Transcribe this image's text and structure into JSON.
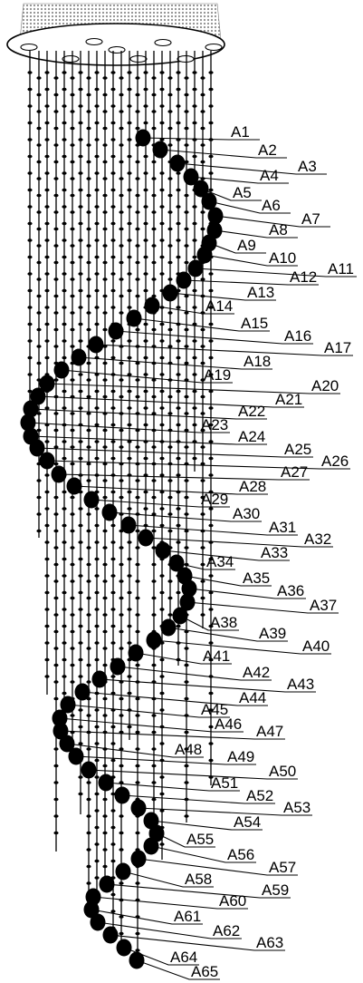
{
  "drawing": {
    "colors": {
      "line": "#000000",
      "crystal": "#000000",
      "canopy_fill": "#ffffff",
      "mesh": "#9a9a9a",
      "background": "#ffffff"
    },
    "labels": [
      "A1",
      "A2",
      "A3",
      "A4",
      "A5",
      "A6",
      "A7",
      "A8",
      "A9",
      "A10",
      "A11",
      "A12",
      "A13",
      "A14",
      "A15",
      "A16",
      "A17",
      "A18",
      "A19",
      "A20",
      "A21",
      "A22",
      "A23",
      "A24",
      "A25",
      "A26",
      "A27",
      "A28",
      "A29",
      "A30",
      "A31",
      "A32",
      "A33",
      "A34",
      "A35",
      "A36",
      "A37",
      "A38",
      "A39",
      "A40",
      "A41",
      "A42",
      "A43",
      "A44",
      "A45",
      "A46",
      "A47",
      "A48",
      "A49",
      "A50",
      "A51",
      "A52",
      "A53",
      "A54",
      "A55",
      "A56",
      "A57",
      "A58",
      "A59",
      "A60",
      "A61",
      "A62",
      "A63",
      "A64",
      "A65"
    ]
  }
}
